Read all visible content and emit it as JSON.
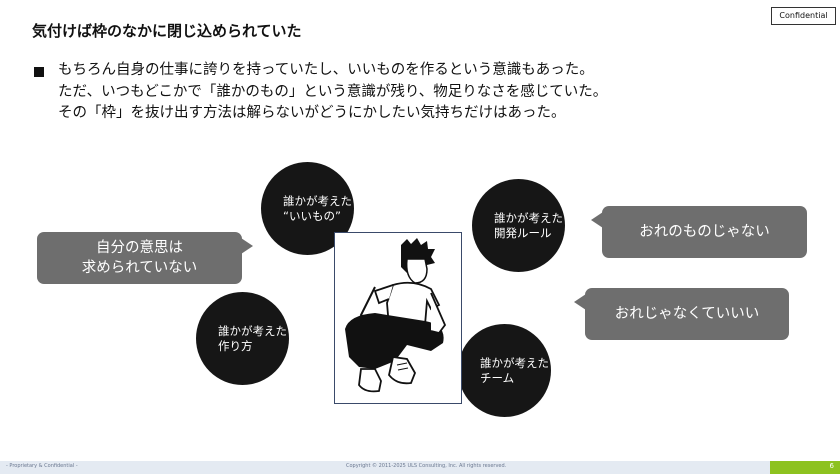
{
  "confidential_badge": "Confidential",
  "slide_title": "気付けば枠のなかに閉じ込められていた",
  "body_lines": [
    "もちろん自身の仕事に誇りを持っていたし、いいものを作るという意識もあった。",
    "ただ、いつもどこかで「誰かのもの」という意識が残り、物足りなさを感じていた。",
    "その「枠」を抜け出す方法は解らないがどうにかしたい気持ちだけはあった。"
  ],
  "circles": [
    {
      "line1": "誰かが考えた",
      "line2": "“いいもの”"
    },
    {
      "line1": "誰かが考えた",
      "line2": "開発ルール"
    },
    {
      "line1": "誰かが考えた",
      "line2": "作り方"
    },
    {
      "line1": "誰かが考えた",
      "line2": "チーム"
    }
  ],
  "bubbles": {
    "left": {
      "line1": "自分の意思は",
      "line2": "求められていない"
    },
    "right_top": "おれのものじゃない",
    "right_bottom": "おれじゃなくていいい"
  },
  "footer": {
    "left": "- Proprietary & Confidential -",
    "center": "Copyright © 2011-2025 ULS Consulting, Inc.  All rights reserved.",
    "page": "6"
  },
  "colors": {
    "accent_bar": "#8dc21f",
    "circle": "#161616",
    "bubble": "#6e6e6e",
    "footer_bg": "#e4eaf2"
  },
  "icons": [
    "square-bullet-icon",
    "crouching-person-illustration"
  ]
}
